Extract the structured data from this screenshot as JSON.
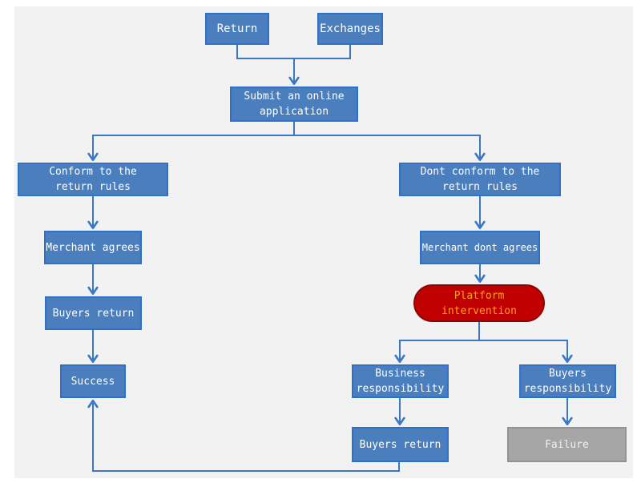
{
  "palette": {
    "canvas_bg": "#f2f2f2",
    "node_fill": "#4a7ebd",
    "node_border": "#2e71c6",
    "connector": "#3a78c6",
    "text": "#ffffff",
    "alert_fill": "#c00000",
    "alert_border": "#8e0505",
    "alert_text": "#ffa319",
    "neutral_fill": "#a6a6a6",
    "neutral_border": "#929292"
  },
  "nodes": {
    "return": {
      "lines": [
        "Return"
      ]
    },
    "exchanges": {
      "lines": [
        "Exchanges"
      ]
    },
    "submit": {
      "lines": [
        "Submit an online",
        "application"
      ]
    },
    "conform": {
      "lines": [
        "Conform to the",
        "return rules"
      ]
    },
    "dont_conform": {
      "lines": [
        "Dont conform to the",
        "return rules"
      ]
    },
    "merchant_agrees": {
      "lines": [
        "Merchant agrees"
      ]
    },
    "buyers_return_left": {
      "lines": [
        "Buyers return"
      ]
    },
    "success": {
      "lines": [
        "Success"
      ]
    },
    "merchant_dont_agrees": {
      "lines": [
        "Merchant dont agrees"
      ]
    },
    "platform_intervention": {
      "lines": [
        "Platform",
        "intervention"
      ]
    },
    "business_responsibility": {
      "lines": [
        "Business",
        "responsibility"
      ]
    },
    "buyers_responsibility": {
      "lines": [
        "Buyers",
        "responsibility"
      ]
    },
    "buyers_return_bottom": {
      "lines": [
        "Buyers return"
      ]
    },
    "failure": {
      "lines": [
        "Failure"
      ]
    }
  },
  "edges": [
    {
      "from": "return",
      "to": "submit"
    },
    {
      "from": "exchanges",
      "to": "submit"
    },
    {
      "from": "submit",
      "to": "conform"
    },
    {
      "from": "submit",
      "to": "dont_conform"
    },
    {
      "from": "conform",
      "to": "merchant_agrees"
    },
    {
      "from": "merchant_agrees",
      "to": "buyers_return_left"
    },
    {
      "from": "buyers_return_left",
      "to": "success"
    },
    {
      "from": "dont_conform",
      "to": "merchant_dont_agrees"
    },
    {
      "from": "merchant_dont_agrees",
      "to": "platform_intervention"
    },
    {
      "from": "platform_intervention",
      "to": "business_responsibility"
    },
    {
      "from": "platform_intervention",
      "to": "buyers_responsibility"
    },
    {
      "from": "business_responsibility",
      "to": "buyers_return_bottom"
    },
    {
      "from": "buyers_responsibility",
      "to": "failure"
    },
    {
      "from": "buyers_return_bottom",
      "to": "success"
    }
  ]
}
